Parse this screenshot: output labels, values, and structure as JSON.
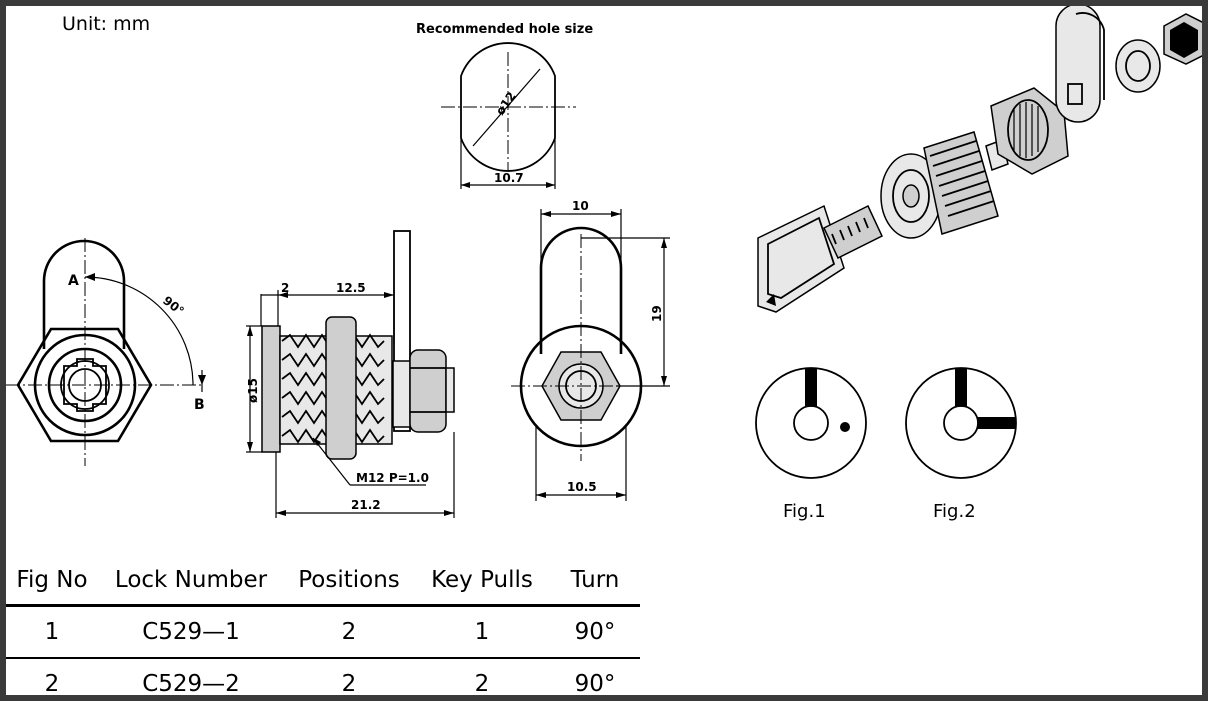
{
  "unit_label": "Unit:  mm",
  "hole_title": "Recommended hole size",
  "dimensions": {
    "hole_diameter": "ø12",
    "hole_width": "10.7",
    "side_top": "10",
    "side_height": "19",
    "side_bottom": "10.5",
    "flange": "2",
    "shank": "12.5",
    "body_diameter": "ø15",
    "thread": "M12  P=1.0",
    "overall": "21.2",
    "angle": "90°",
    "point_a": "A",
    "point_b": "B"
  },
  "figures": [
    "Fig.1",
    "Fig.2"
  ],
  "table": {
    "headers": [
      "Fig  No",
      "Lock  Number",
      "Positions",
      "Key  Pulls",
      "Turn"
    ],
    "rows": [
      [
        "1",
        "C529—1",
        "2",
        "1",
        "90°"
      ],
      [
        "2",
        "C529—2",
        "2",
        "2",
        "90°"
      ]
    ]
  }
}
